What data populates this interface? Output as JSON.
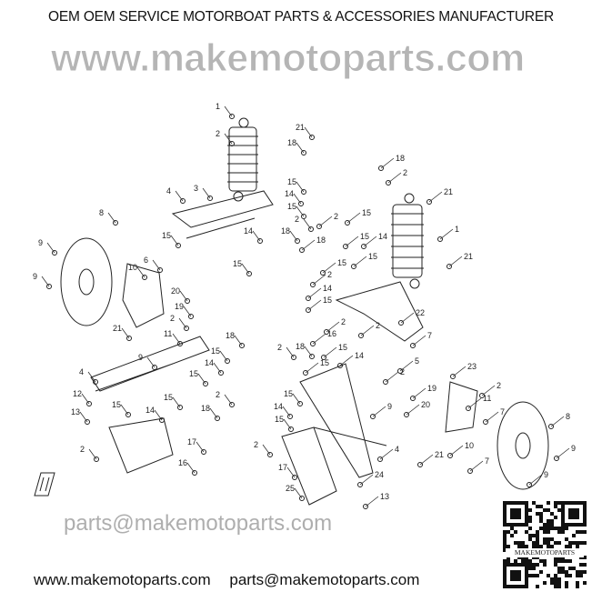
{
  "header": {
    "title": "OEM OEM SERVICE MOTORBOAT PARTS & ACCESSORIES MANUFACTURER"
  },
  "watermark": {
    "site": "www.makemotoparts.com",
    "email": "parts@makemotoparts.com"
  },
  "footer": {
    "site": "www.makemotoparts.com",
    "email": "parts@makemotoparts.com"
  },
  "qr": {
    "label": "MAKEMOTOPARTS"
  },
  "diagram": {
    "callouts": [
      "1",
      "21",
      "2",
      "18",
      "4",
      "3",
      "15",
      "14",
      "15",
      "2",
      "18",
      "14",
      "15",
      "15",
      "8",
      "9",
      "9",
      "10",
      "6",
      "20",
      "19",
      "2",
      "21",
      "11",
      "18",
      "15",
      "14",
      "15",
      "9",
      "4",
      "12",
      "13",
      "15",
      "14",
      "15",
      "2",
      "18",
      "17",
      "2",
      "16",
      "18",
      "2",
      "21",
      "15",
      "1",
      "2",
      "18",
      "15",
      "14",
      "15",
      "21",
      "2",
      "15",
      "14",
      "15",
      "2",
      "22",
      "2",
      "7",
      "18",
      "2",
      "16",
      "15",
      "14",
      "15",
      "5",
      "2",
      "9",
      "15",
      "14",
      "15",
      "2",
      "17",
      "25",
      "4",
      "24",
      "13",
      "19",
      "23",
      "2",
      "11",
      "20",
      "7",
      "8",
      "21",
      "10",
      "7",
      "9",
      "9"
    ]
  }
}
